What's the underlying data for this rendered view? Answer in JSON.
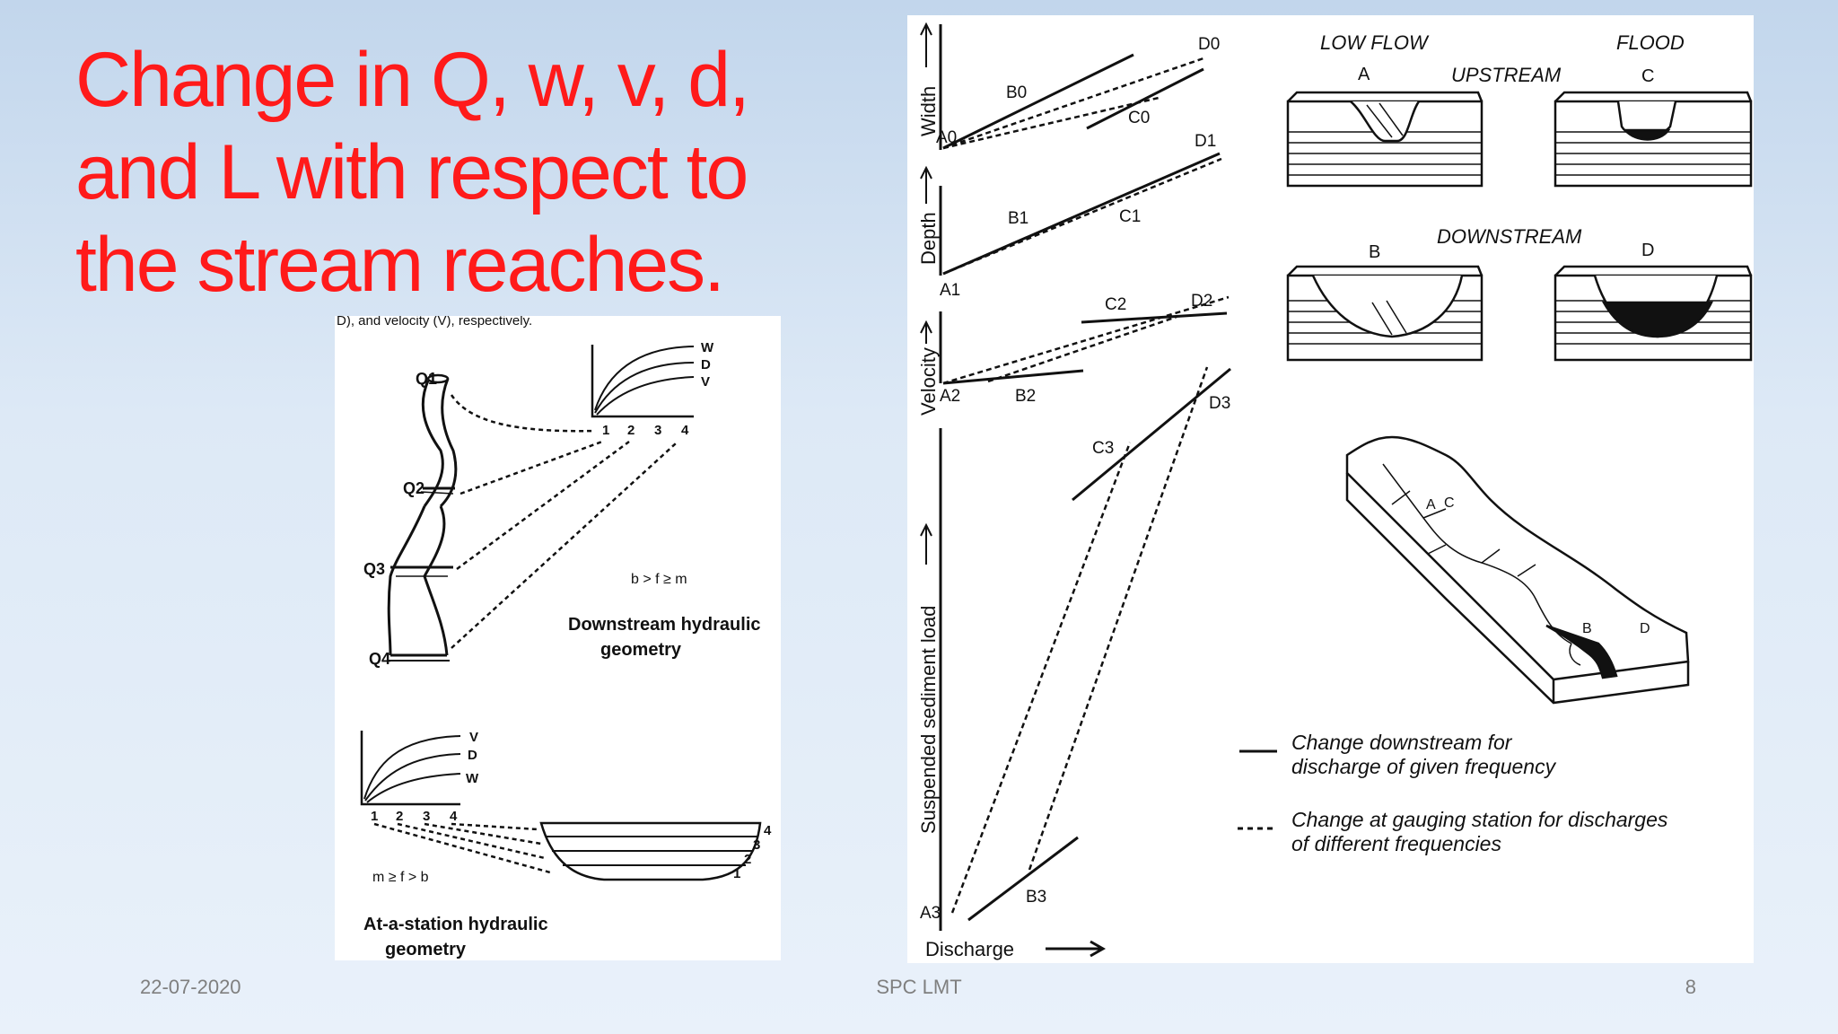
{
  "slide": {
    "title_line1": "Change in Q, w, v, d,",
    "title_line2": "and L with respect to",
    "title_line3": "the stream reaches.",
    "footer_date": "22-07-2020",
    "footer_center": "SPC LMT",
    "footer_page": "8"
  },
  "colors": {
    "title": "#ff1a1a",
    "footer": "#7f7f7f"
  },
  "left_figure": {
    "cropped_caption": "D), and velocity (V), respectively.",
    "discharge_labels": [
      "Q1",
      "Q2",
      "Q3",
      "Q4"
    ],
    "top_graph_curves": [
      "W",
      "D",
      "V"
    ],
    "top_graph_ticks": [
      "1",
      "2",
      "3",
      "4"
    ],
    "downstream_relation": "b > f ≥ m",
    "downstream_caption_line1": "Downstream hydraulic",
    "downstream_caption_line2": "geometry",
    "bottom_graph_curves": [
      "V",
      "D",
      "W"
    ],
    "bottom_graph_ticks": [
      "1",
      "2",
      "3",
      "4"
    ],
    "cross_section_levels": [
      "4",
      "3",
      "2",
      "1"
    ],
    "station_relation": "m ≥ f > b",
    "station_caption_line1": "At-a-station hydraulic",
    "station_caption_line2": "geometry"
  },
  "right_figure": {
    "axis_labels": {
      "width": "Width",
      "depth": "Depth",
      "velocity": "Velocity",
      "sediment": "Suspended sediment load",
      "discharge": "Discharge"
    },
    "point_labels": {
      "width": [
        "A0",
        "B0",
        "C0",
        "D0"
      ],
      "depth": [
        "A1",
        "B1",
        "C1",
        "D1"
      ],
      "velocity": [
        "A2",
        "B2",
        "C2",
        "D2"
      ],
      "sediment": [
        "A3",
        "B3",
        "C3",
        "D3"
      ]
    },
    "low_flow": "LOW FLOW",
    "flood": "FLOOD",
    "upstream": "UPSTREAM",
    "downstream": "DOWNSTREAM",
    "block_labels": [
      "A",
      "C",
      "B",
      "D"
    ],
    "landscape_labels": [
      "A",
      "C",
      "B",
      "D"
    ],
    "legend_solid_line1": "Change downstream for",
    "legend_solid_line2": "discharge of given frequency",
    "legend_dashed_line1": "Change at gauging station for discharges",
    "legend_dashed_line2": "of different frequencies"
  }
}
